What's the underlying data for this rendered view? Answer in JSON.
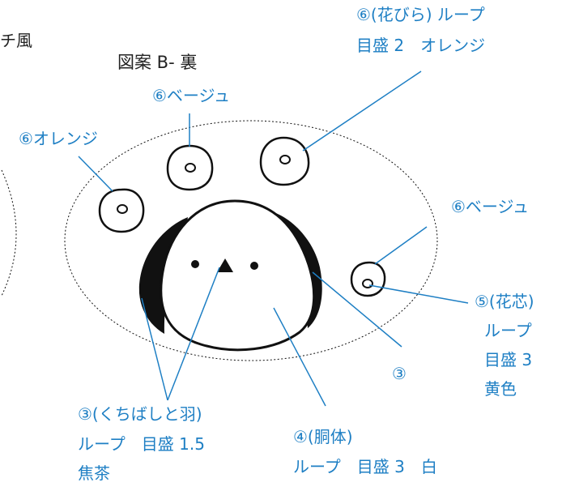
{
  "colors": {
    "annotation": "#1E7FC4",
    "outline": "#111111",
    "background": "#ffffff"
  },
  "header": {
    "partial_left": "チ風",
    "title": "図案 B- 裏"
  },
  "labels": {
    "petal_loop_line1": "⑥(花びら) ループ",
    "petal_loop_line2": "目盛 2　オレンジ",
    "beige_top": "⑥ベージュ",
    "orange_left": "⑥オレンジ",
    "beige_right": "⑥ベージュ",
    "center_line1": "⑤(花芯)",
    "center_line2": "ループ",
    "center_line3": "目盛 3",
    "center_line4": "黄色",
    "wing_marker": "③",
    "beak_line1": "③(くちばしと羽)",
    "beak_line2": "ループ　目盛 1.5",
    "beak_line3": "焦茶",
    "body_line1": "④(胴体)",
    "body_line2": "ループ　目盛 3　白"
  }
}
